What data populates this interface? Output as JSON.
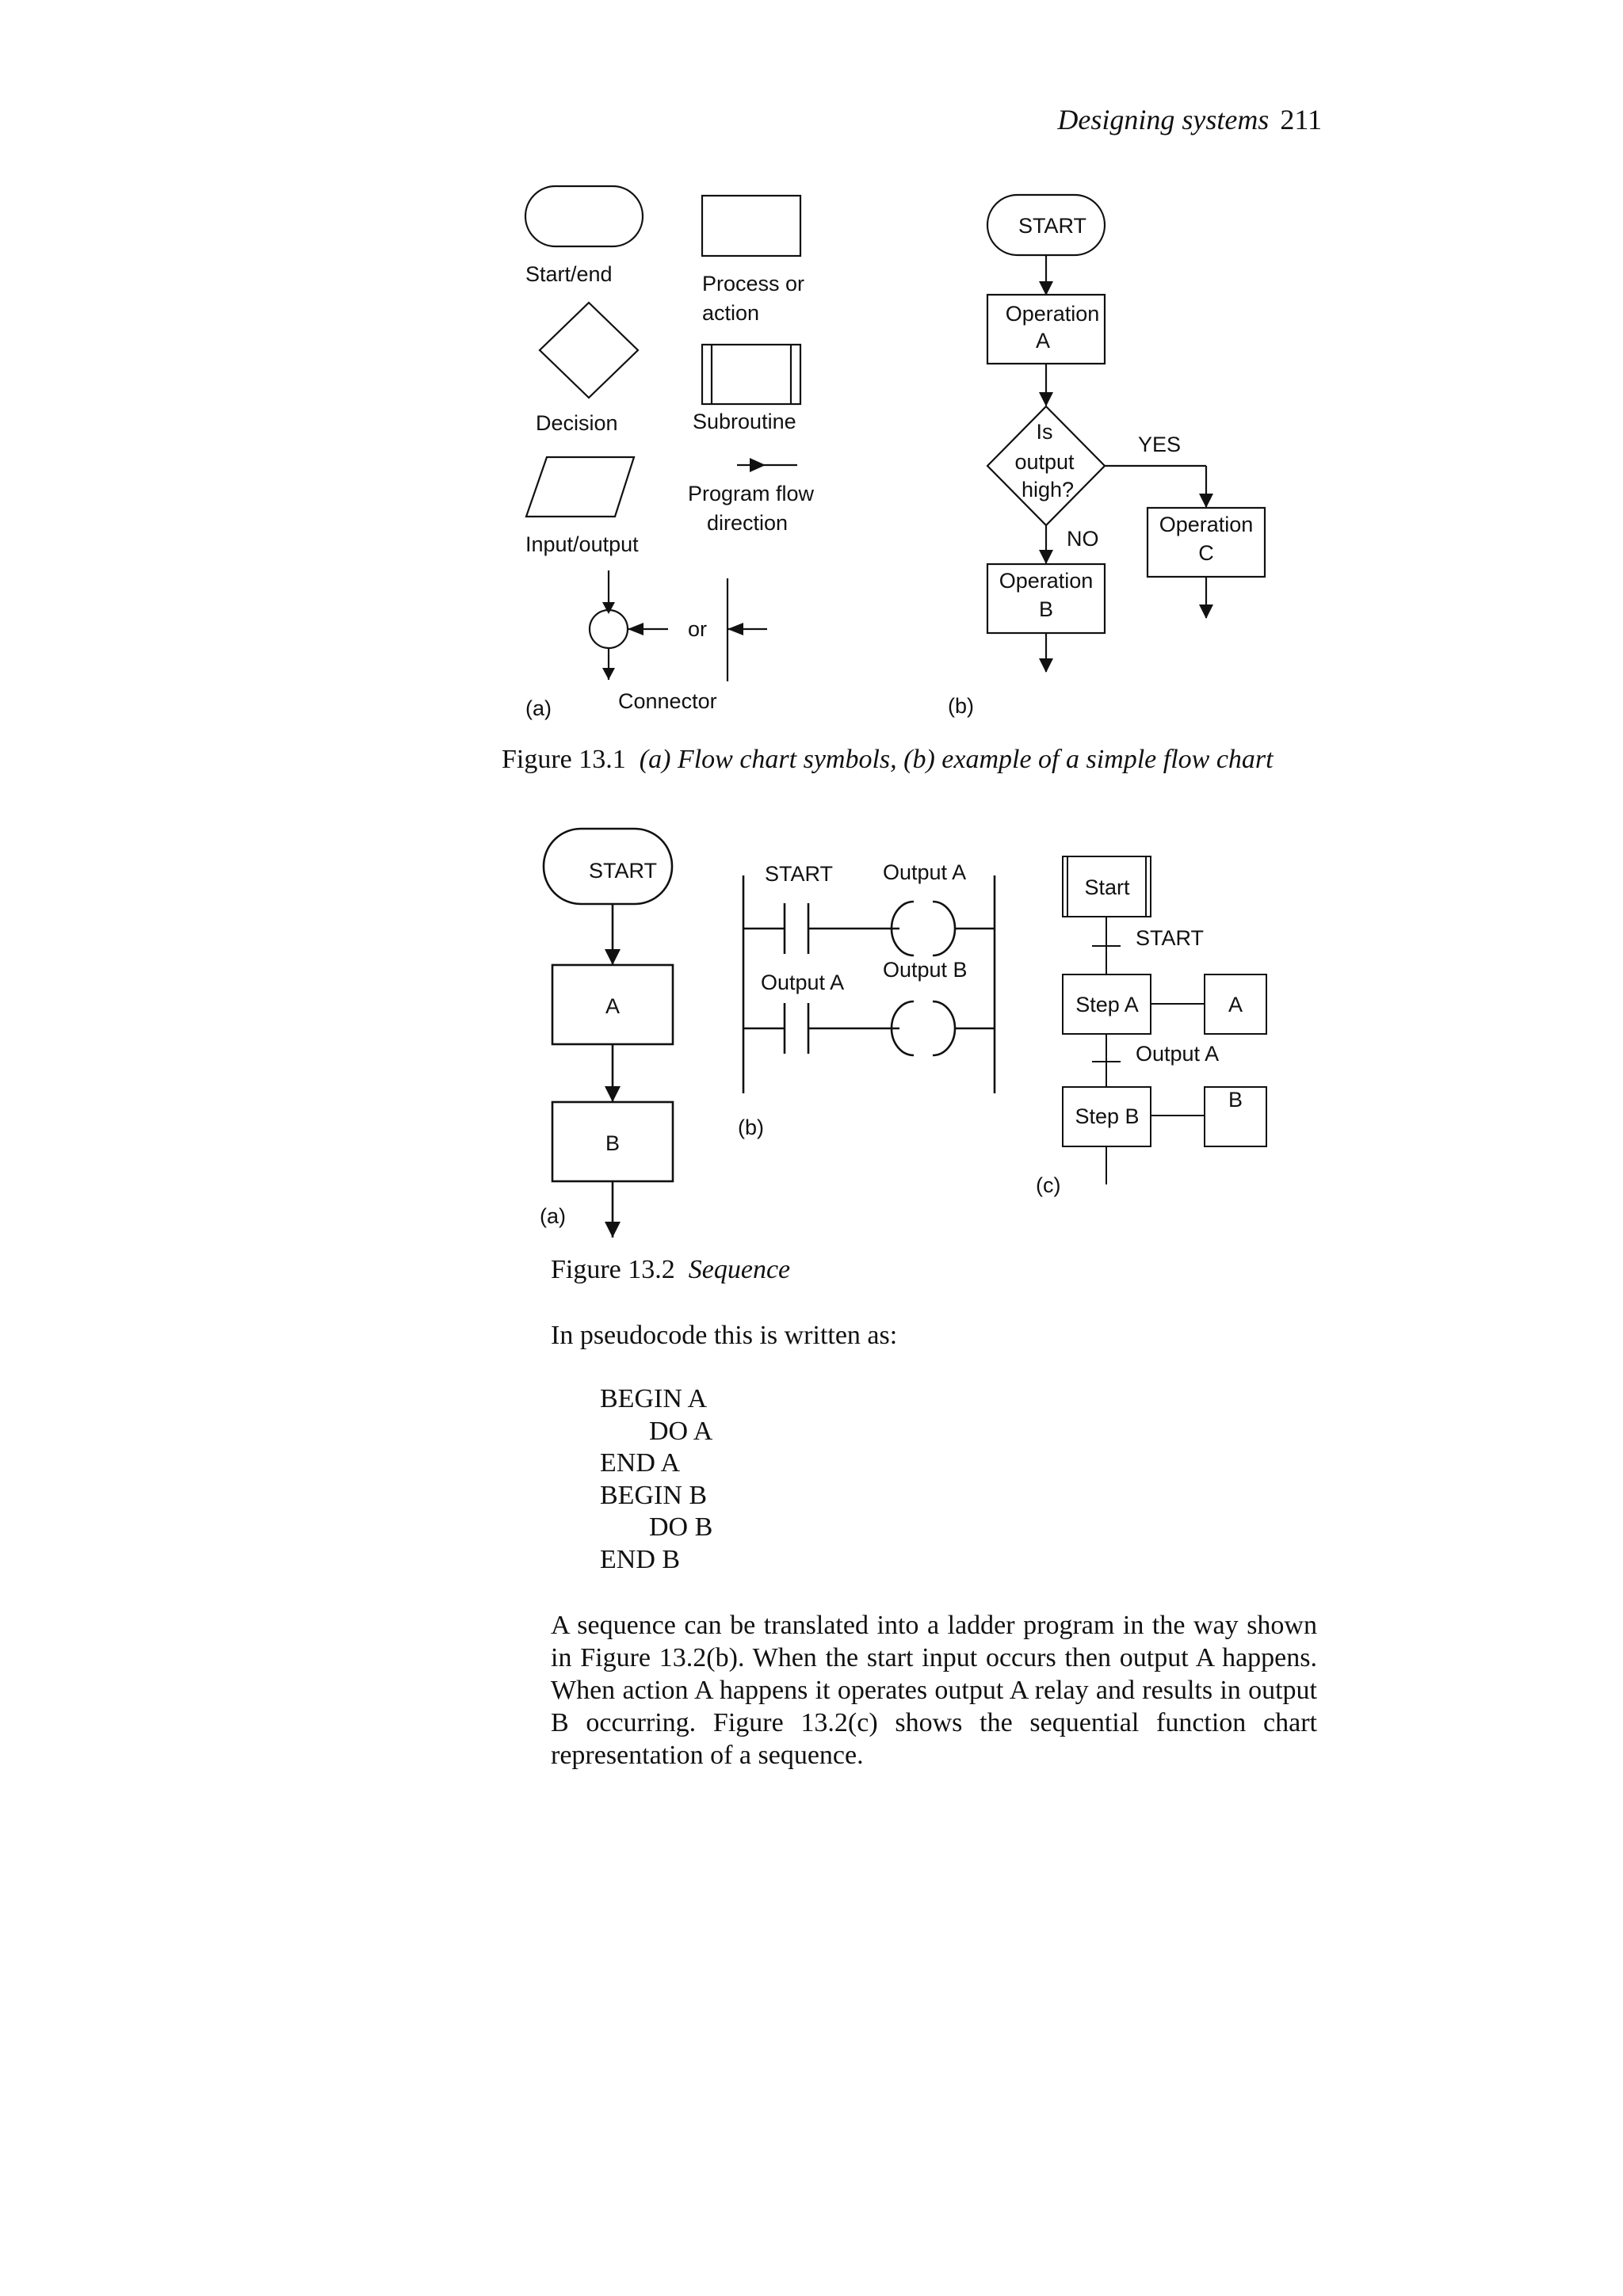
{
  "header": {
    "title": "Designing systems",
    "page_number": "211"
  },
  "figure1": {
    "a": {
      "panel_label": "(a)",
      "start_end": "Start/end",
      "process": [
        "Process or",
        "action"
      ],
      "decision": "Decision",
      "subroutine": "Subroutine",
      "input_output": "Input/output",
      "program_flow": [
        "Program flow",
        "direction"
      ],
      "or": "or",
      "connector": "Connector"
    },
    "b": {
      "panel_label": "(b)",
      "start": "START",
      "operation_a": [
        "Operation",
        "A"
      ],
      "decision": [
        "Is",
        "output",
        "high?"
      ],
      "yes": "YES",
      "no": "NO",
      "operation_b": [
        "Operation",
        "B"
      ],
      "operation_c": [
        "Operation",
        "C"
      ]
    },
    "caption": {
      "number": "Figure 13.1",
      "text": "(a) Flow chart symbols, (b) example of a simple flow chart"
    }
  },
  "figure2": {
    "a": {
      "panel_label": "(a)",
      "start": "START",
      "box_a": "A",
      "box_b": "B"
    },
    "b": {
      "panel_label": "(b)",
      "contact1": "START",
      "coil1": "Output A",
      "contact2": "Output A",
      "coil2": "Output B"
    },
    "c": {
      "panel_label": "(c)",
      "start_step": "Start",
      "transition1": "START",
      "step_a": "Step A",
      "action_a": "A",
      "transition2": "Output A",
      "step_b": "Step B",
      "action_b": "B"
    },
    "caption": {
      "number": "Figure 13.2",
      "text": "Sequence"
    }
  },
  "body": {
    "intro": "In pseudocode this is written as:",
    "pseudocode": [
      "BEGIN A",
      "DO A",
      "END A",
      "BEGIN B",
      "DO B",
      "END B"
    ],
    "paragraph": "A sequence can be translated into a ladder program in the way shown in Figure 13.2(b). When the start input occurs then output A happens. When action A happens it operates output A relay and results in output B occurring. Figure 13.2(c) shows the sequential function chart representation of a sequence."
  }
}
